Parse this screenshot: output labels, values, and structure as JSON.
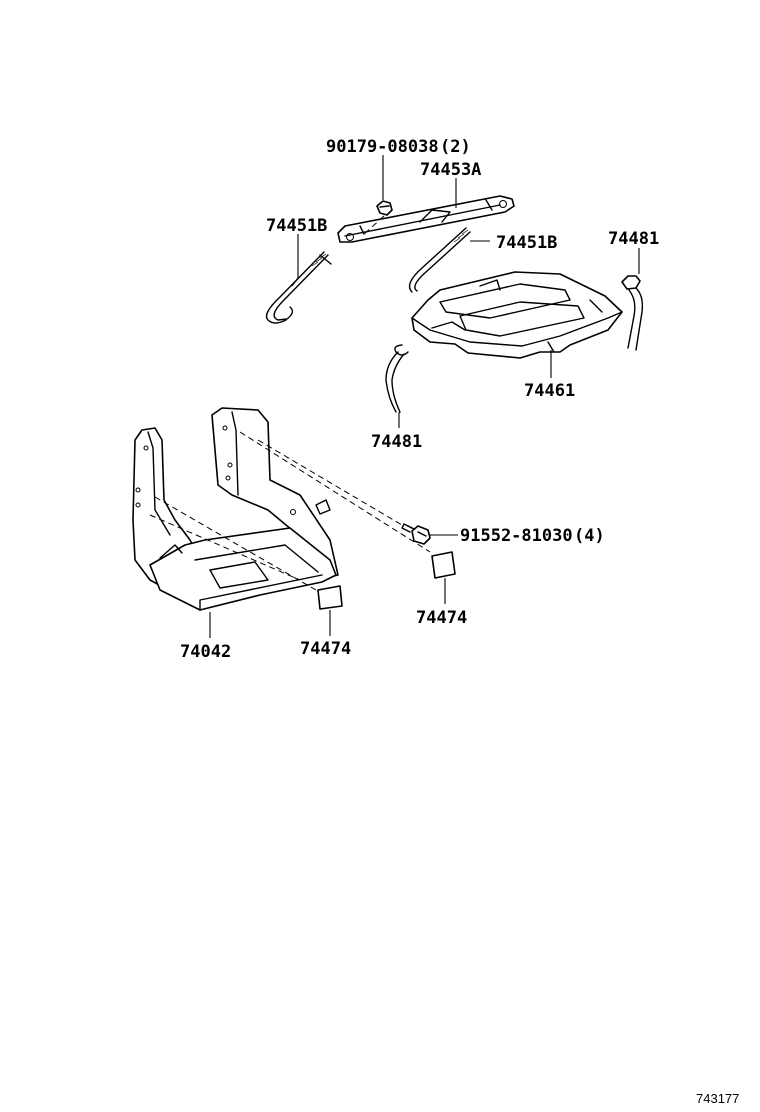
{
  "diagram": {
    "labels": {
      "nut": "90179-08038",
      "nut_qty": "(2)",
      "clamp": "74453A",
      "rod_left": "74451B",
      "rod_right": "74451B",
      "tray": "74461",
      "hose_right": "74481",
      "hose_left": "74481",
      "bolt": "91552-81030",
      "bolt_qty": "(4)",
      "carrier": "74042",
      "pad_right": "74474",
      "pad_left": "74474"
    },
    "reference_number": "743177"
  }
}
